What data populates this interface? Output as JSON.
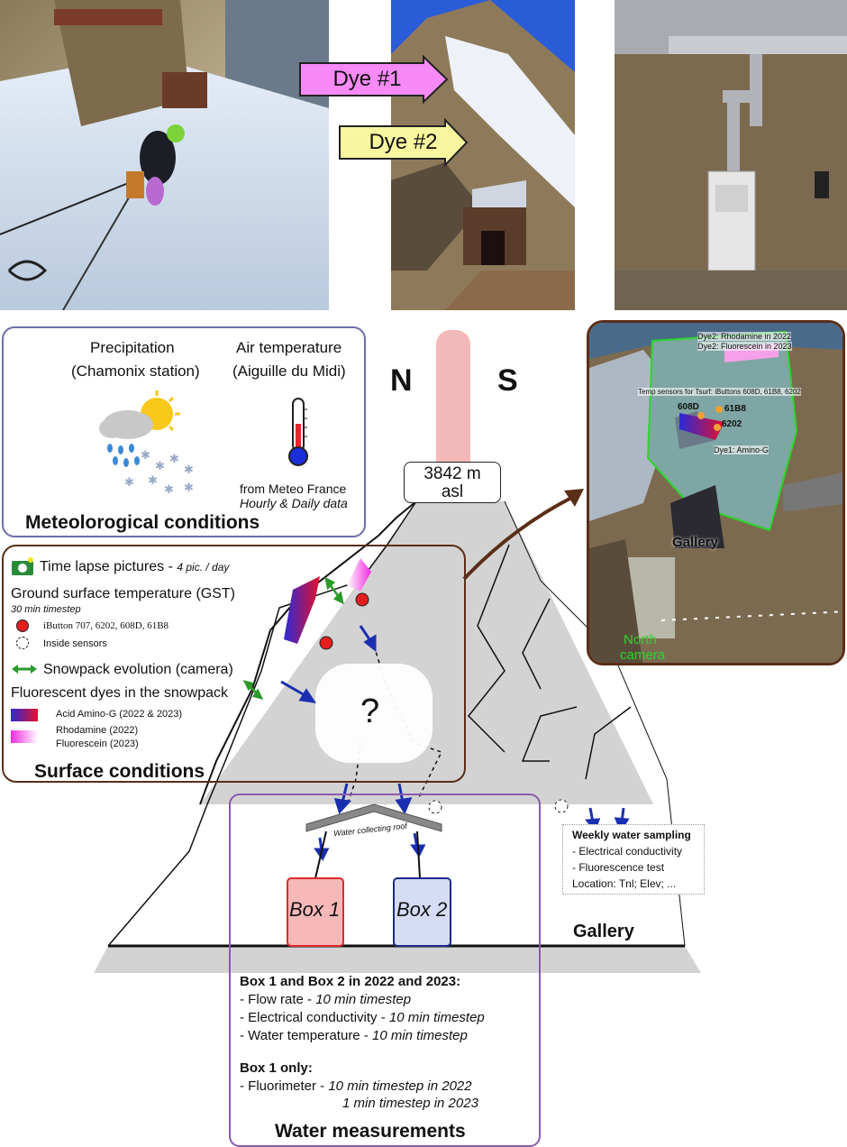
{
  "photos": {
    "dye1_label": "Dye #1",
    "dye2_label": "Dye #2"
  },
  "meteo": {
    "precip_line1": "Precipitation",
    "precip_line2": "(Chamonix station)",
    "air_line1": "Air temperature",
    "air_line2": "(Aiguille du Midi)",
    "source_line1": "from Meteo France",
    "source_line2": "Hourly & Daily data",
    "title": "Meteolorogical conditions"
  },
  "mountain": {
    "north": "N",
    "south": "S",
    "elevation_line1": "3842 m",
    "elevation_line2": "asl",
    "unknown": "?",
    "roof_label": "Water collecting roof",
    "box1": "Box 1",
    "box2": "Box 2",
    "gallery": "Gallery"
  },
  "surface": {
    "timelapse": "Time lapse pictures - ",
    "timelapse_rate": "4 pic. / day",
    "gst": "Ground surface temperature (GST)",
    "gst_step": "30 min timestep",
    "ibutton": "iButton 707, 6202, 608D, 61B8",
    "inside": "Inside sensors",
    "snowpack": "Snowpack evolution (camera)",
    "dyes": "Fluorescent dyes in the snowpack",
    "amino": "Acid Amino-G (2022 & 2023)",
    "rhodamine": "Rhodamine (2022)",
    "fluorescein": "Fluorescein (2023)",
    "title": "Surface conditions"
  },
  "inset": {
    "dye2a": "Dye2: Rhodamine in 2022",
    "dye2b": "Dye2: Fluorescein in 2023",
    "temp_sensors": "Temp sensors for Tsurf: iButtons 608D, 61B8, 6202",
    "s608d": "608D",
    "s61b8": "61B8",
    "s6202": "6202",
    "dye1": "Dye1: Amino-G",
    "gallery": "Gallery",
    "north_camera_1": "North",
    "north_camera_2": "camera"
  },
  "sampling": {
    "title": "Weekly water sampling",
    "item1": "- Electrical conductivity",
    "item2": "- Fluorescence test",
    "item3": "Location: Tnl; Elev; ..."
  },
  "water": {
    "heading1": "Box 1 and Box 2 in 2022 and 2023:",
    "flow": "- Flow rate - ",
    "flow_step": "10 min timestep",
    "ec": "- Electrical conductivity - ",
    "ec_step": "10 min timestep",
    "temp": "- Water temperature - ",
    "temp_step": "10 min timestep",
    "heading2": "Box 1 only:",
    "fluor": "- Fluorimeter - ",
    "fluor_step1": "10 min timestep in 2022",
    "fluor_step2": "1 min timestep in 2023",
    "title": "Water measurements"
  },
  "colors": {
    "meteo_border": "#6b6fa8",
    "surface_border": "#5a2e17",
    "water_border": "#8a5ab0",
    "mountain_fill": "#d4d3d3",
    "dye_pink": "#f78af7",
    "dye_yellow": "#f8f7a0",
    "arrow_blue": "#1a2fb0",
    "snow_green": "#2a9a2a"
  }
}
